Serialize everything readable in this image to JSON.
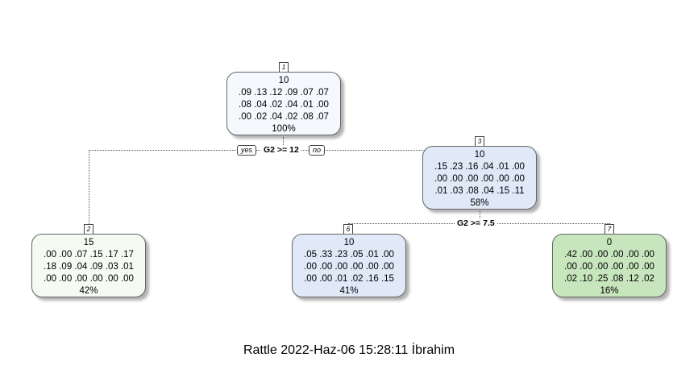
{
  "caption": "Rattle 2022-Haz-06 15:28:11 İbrahim",
  "splits": {
    "root": {
      "label": "G2 >= 12",
      "yes": "yes",
      "no": "no"
    },
    "node3": {
      "label": "G2 >= 7.5"
    }
  },
  "nodes": {
    "n1": {
      "id": "1",
      "pred": "10",
      "rows": [
        ".09 .13 .12 .09 .07 .07",
        ".08 .04 .02 .04 .01 .00",
        ".00 .02 .04 .02 .08 .07"
      ],
      "pct": "100%",
      "fill": "#f5f8fd"
    },
    "n2": {
      "id": "2",
      "pred": "15",
      "rows": [
        ".00 .00 .07 .15 .17 .17",
        ".18 .09 .04 .09 .03 .01",
        ".00 .00 .00 .00 .00 .00"
      ],
      "pct": "42%",
      "fill": "#f5faf2"
    },
    "n3": {
      "id": "3",
      "pred": "10",
      "rows": [
        ".15 .23 .16 .04 .01 .00",
        ".00 .00 .00 .00 .00 .00",
        ".01 .03 .08 .04 .15 .11"
      ],
      "pct": "58%",
      "fill": "#dfe9f7"
    },
    "n6": {
      "id": "6",
      "pred": "10",
      "rows": [
        ".05 .33 .23 .05 .01 .00",
        ".00 .00 .00 .00 .00 .00",
        ".00 .00 .01 .02 .16 .15"
      ],
      "pct": "41%",
      "fill": "#dfe9f7"
    },
    "n7": {
      "id": "7",
      "pred": "0",
      "rows": [
        ".42 .00 .00 .00 .00 .00",
        ".00 .00 .00 .00 .00 .00",
        ".02 .10 .25 .08 .12 .02"
      ],
      "pct": "16%",
      "fill": "#c8e6bd"
    }
  }
}
